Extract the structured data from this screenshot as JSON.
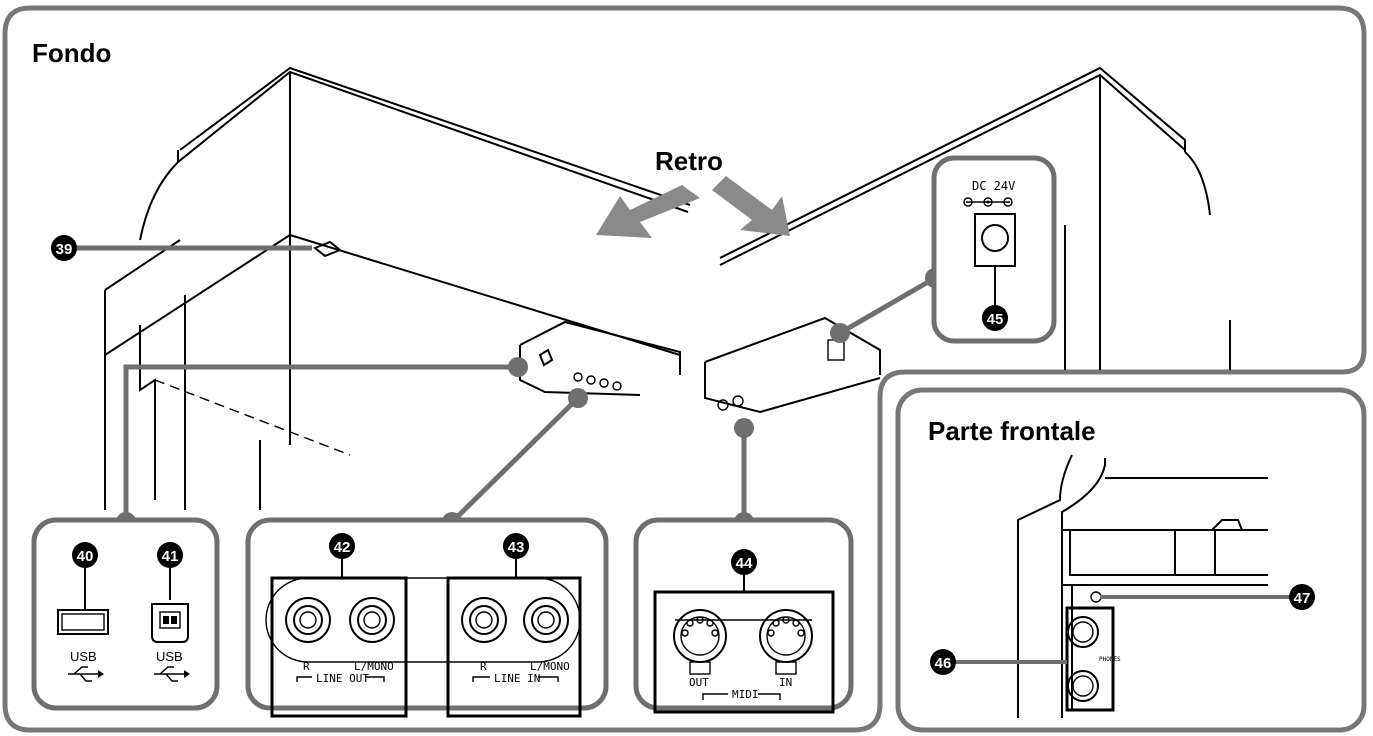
{
  "sections": {
    "bottom_title": "Fondo",
    "back_label": "Retro",
    "front_title": "Parte frontale"
  },
  "callouts": [
    "39",
    "40",
    "41",
    "42",
    "43",
    "44",
    "45",
    "46",
    "47"
  ],
  "connectors": {
    "usb_a_label": "USB",
    "usb_b_label": "USB",
    "line_out_r": "R",
    "line_out_lmono": "L/MONO",
    "line_out_caption": "LINE OUT",
    "line_in_r": "R",
    "line_in_lmono": "L/MONO",
    "line_in_caption": "LINE IN",
    "midi_out": "OUT",
    "midi_in": "IN",
    "midi_caption": "MIDI",
    "dc_label": "DC 24V",
    "phones_label": "PHONES"
  },
  "colors": {
    "callout_fill": "#000000",
    "frame_gray": "#6f6f6f",
    "arrow_gray": "#8a8a8a"
  }
}
